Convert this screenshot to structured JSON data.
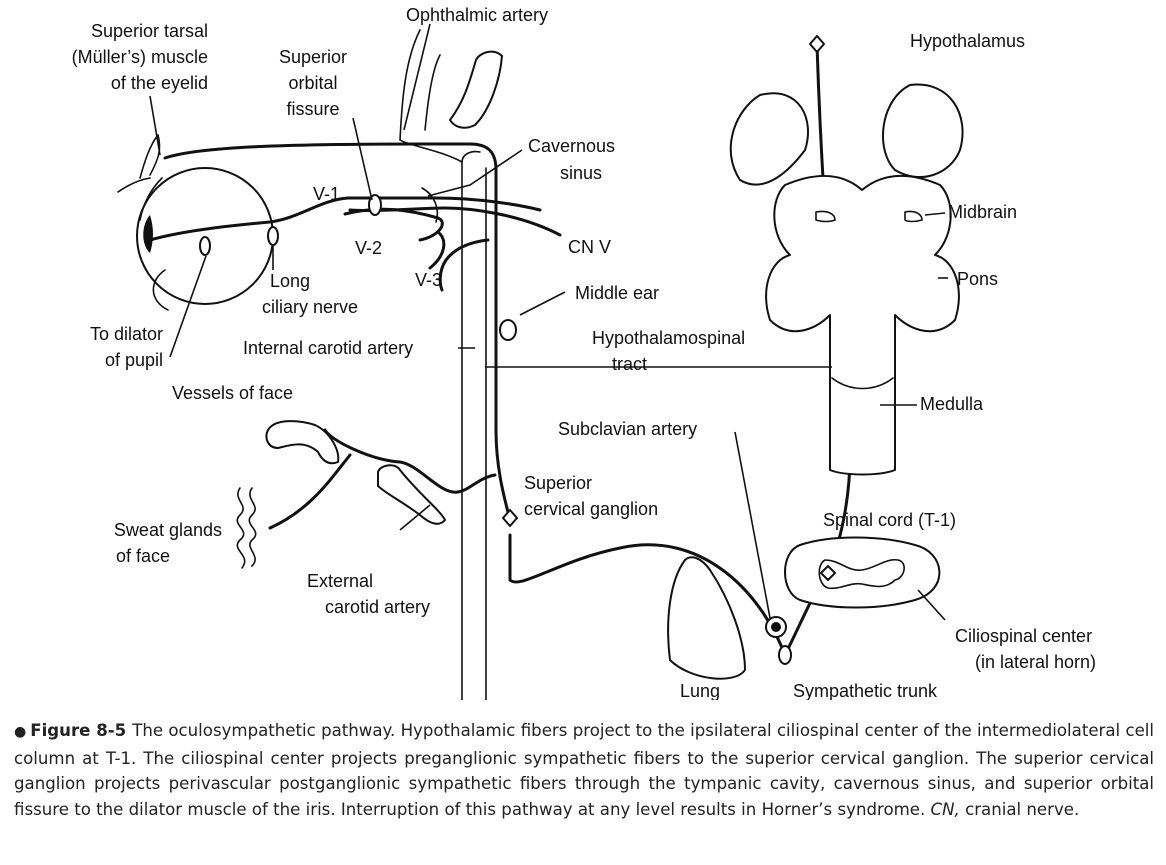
{
  "labels": {
    "superior_tarsal": [
      "Superior tarsal",
      "(Müller’s) muscle",
      "of the eyelid"
    ],
    "superior_orbital_fissure": [
      "Superior",
      "orbital",
      "fissure"
    ],
    "ophthalmic_artery": "Ophthalmic artery",
    "hypothalamus": "Hypothalamus",
    "cavernous_sinus": [
      "Cavernous",
      "sinus"
    ],
    "v1": "V-1",
    "v2": "V-2",
    "v3": "V-3",
    "cn_v": "CN V",
    "long_ciliary_nerve": [
      "Long",
      "ciliary nerve"
    ],
    "to_dilator_of_pupil": [
      "To dilator",
      "of pupil"
    ],
    "midbrain": "Midbrain",
    "pons": "Pons",
    "middle_ear": "Middle ear",
    "internal_carotid_artery": "Internal carotid artery",
    "hypothalamospinal_tract": [
      "Hypothalamospinal",
      "tract"
    ],
    "vessels_of_face": "Vessels of face",
    "medulla": "Medulla",
    "subclavian_artery": "Subclavian artery",
    "superior_cervical_ganglion": [
      "Superior",
      "cervical ganglion"
    ],
    "sweat_glands_of_face": [
      "Sweat glands",
      "of face"
    ],
    "spinal_cord": "Spinal cord (T-1)",
    "external_carotid_artery": [
      "External",
      "carotid artery"
    ],
    "ciliospinal_center": [
      "Ciliospinal center",
      "(in lateral horn)"
    ],
    "lung": "Lung",
    "sympathetic_trunk": "Sympathetic trunk"
  },
  "caption": {
    "bullet": "●",
    "figure_number": "Figure 8-5",
    "text_before_abbr": "The oculosympathetic pathway. Hypothalamic fibers project to the ipsilateral ciliospinal center of the intermediolateral cell column at T-1. The ciliospinal center projects preganglionic sympathetic fibers to the superior cervical ganglion. The superior cervical ganglion projects perivascular postganglionic sympathetic fibers through the tympanic cavity, cavernous sinus, and superior orbital fissure to the dilator muscle of the iris. Interruption of this pathway at any level results in Horner’s syndrome.",
    "abbr": "CN,",
    "abbr_text": "cranial nerve."
  }
}
